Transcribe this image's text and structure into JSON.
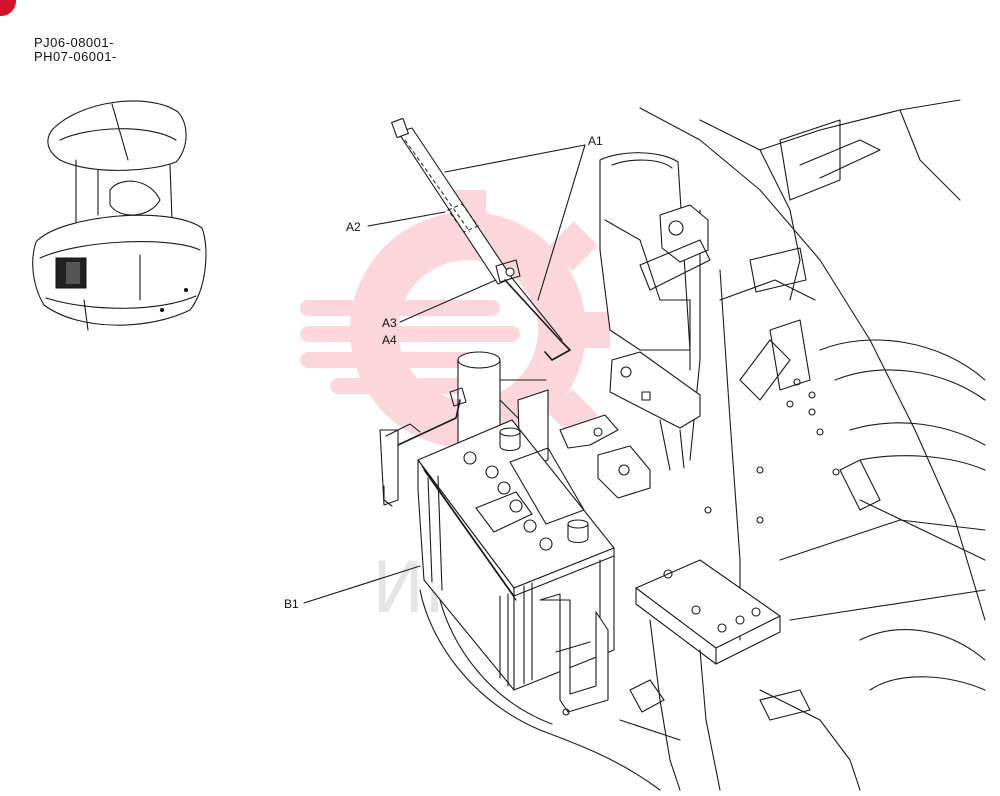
{
  "header": {
    "serial_line_1": "PJ06-08001-",
    "serial_line_2": "PH07-06001-"
  },
  "watermark": {
    "text": "ИНТЕХ",
    "color": "#f04b5a"
  },
  "callouts": {
    "a1": "A1",
    "a2": "A2",
    "a3": "A3",
    "a4": "A4",
    "b1": "B1"
  },
  "colors": {
    "line": "#1a1a1a",
    "badge": "#d0142a",
    "background": "#ffffff"
  }
}
